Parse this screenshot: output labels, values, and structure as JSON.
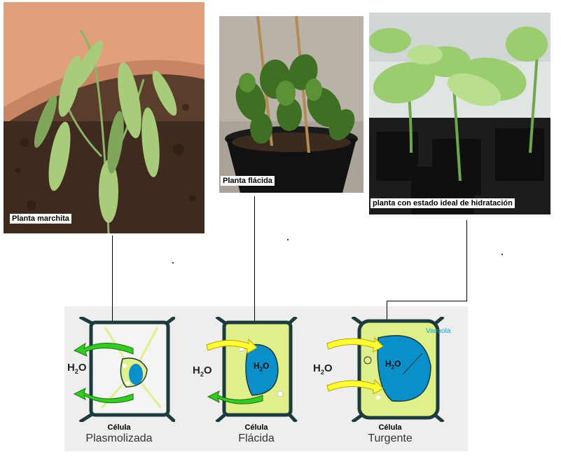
{
  "photos": [
    {
      "id": "marchita",
      "caption": "Planta marchita"
    },
    {
      "id": "flacida",
      "caption": "Planta flácida"
    },
    {
      "id": "hidratada",
      "caption": "planta con estado ideal de hidratación"
    }
  ],
  "cells": [
    {
      "line1": "Célula",
      "line2": "Plasmolizada",
      "water": "H",
      "water_sub": "2",
      "water_o": "O"
    },
    {
      "line1": "Célula",
      "line2": "Flácida",
      "water": "H",
      "water_sub": "2",
      "water_o": "O",
      "vac_h": "H",
      "vac_sub": "2",
      "vac_o": "O"
    },
    {
      "line1": "Célula",
      "line2": "Turgente",
      "water": "H",
      "water_sub": "2",
      "water_o": "O",
      "vac_h": "H",
      "vac_sub": "2",
      "vac_o": "O"
    }
  ],
  "vacuola_label": "Vacuola",
  "colors": {
    "cell_wall": "#1e3b3c",
    "cytoplasm": "#dff08a",
    "vacuole": "#0a8fc8",
    "arrow_in": "#ffff33",
    "arrow_out": "#33cc22"
  }
}
